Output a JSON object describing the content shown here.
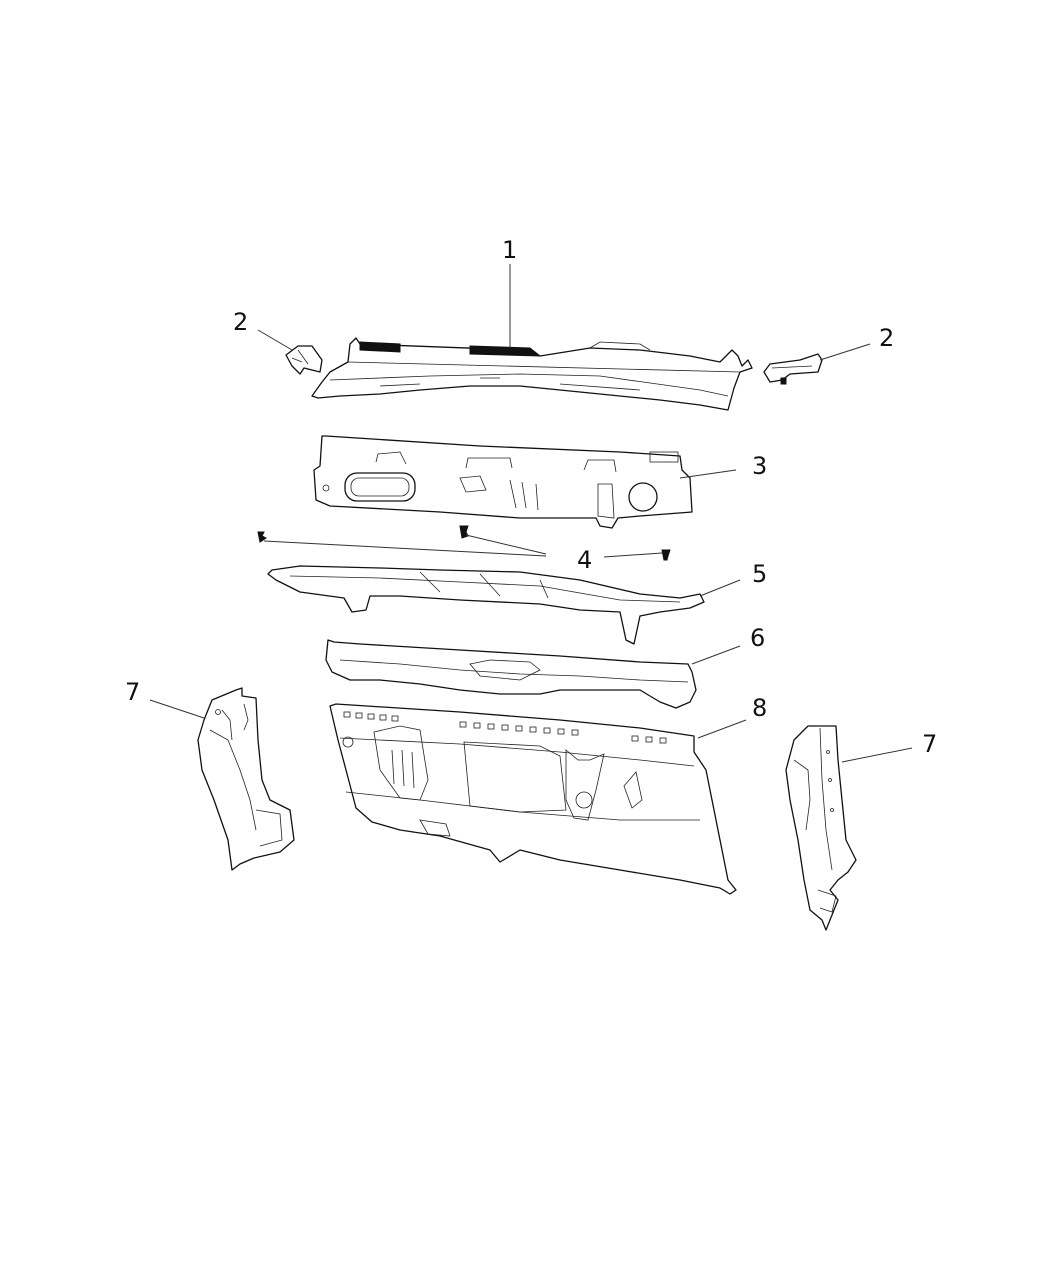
{
  "diagram": {
    "type": "exploded-parts-view",
    "background": "#ffffff",
    "line_color": "#111111",
    "callouts": [
      {
        "id": "c1",
        "label": "1",
        "part": "cowl-top-panel"
      },
      {
        "id": "c2a",
        "label": "2",
        "part": "cowl-side-bracket-left"
      },
      {
        "id": "c2b",
        "label": "2",
        "part": "cowl-side-bracket-right"
      },
      {
        "id": "c3",
        "label": "3",
        "part": "cowl-plenum-panel"
      },
      {
        "id": "c4",
        "label": "4",
        "part": "push-pin-fasteners"
      },
      {
        "id": "c5",
        "label": "5",
        "part": "cowl-reinforcement"
      },
      {
        "id": "c6",
        "label": "6",
        "part": "dash-panel-upper"
      },
      {
        "id": "c7a",
        "label": "7",
        "part": "a-pillar-reinforcement-left"
      },
      {
        "id": "c7b",
        "label": "7",
        "part": "a-pillar-reinforcement-right"
      },
      {
        "id": "c8",
        "label": "8",
        "part": "dash-panel"
      }
    ]
  }
}
